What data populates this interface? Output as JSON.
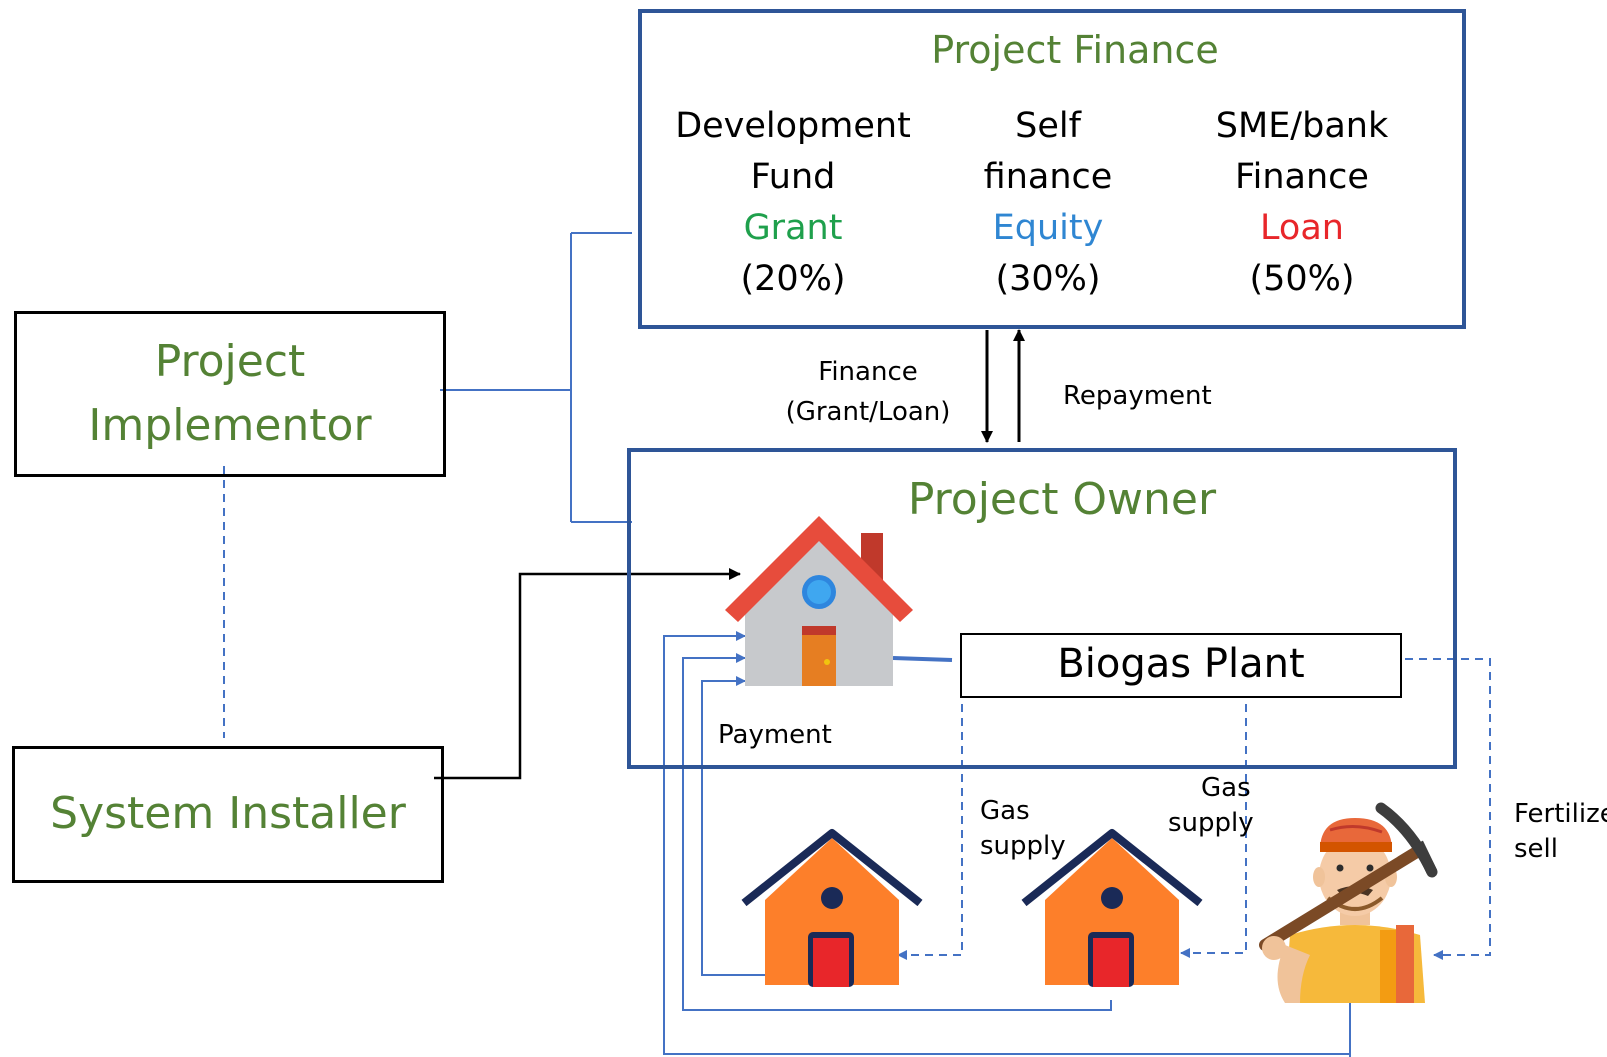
{
  "finance": {
    "title": "Project Finance",
    "sources": [
      {
        "line1": "Development",
        "line2": "Fund",
        "type": "Grant",
        "share": "(20%)",
        "color": "#1fa04c"
      },
      {
        "line1": "Self",
        "line2": "finance",
        "type": "Equity",
        "share": "(30%)",
        "color": "#2f86d2"
      },
      {
        "line1": "SME/bank",
        "line2": "Finance",
        "type": "Loan",
        "share": "(50%)",
        "color": "#e8262a"
      }
    ]
  },
  "implementor": {
    "line1": "Project",
    "line2": "Implementor"
  },
  "installer": {
    "title": "System Installer"
  },
  "owner": {
    "title": "Project Owner"
  },
  "plant": {
    "title": "Biogas Plant"
  },
  "flows": {
    "finance_line1": "Finance",
    "finance_line2": "(Grant/Loan)",
    "repayment": "Repayment",
    "payment": "Payment",
    "gas1_line1": "Gas",
    "gas1_line2": "supply",
    "gas2_line1": "Gas",
    "gas2_line2": "supply",
    "fert_line1": "Fertilizer",
    "fert_line2": "sell"
  },
  "colors": {
    "box_border_blue": "#2e5597",
    "connector_blue": "#4472c4",
    "heading_green": "#548235",
    "house_orange": "#fd7f2a",
    "roof_red": "#e74c3c"
  },
  "icons": [
    "main-house-icon",
    "consumer-house-icon",
    "farmer-icon"
  ]
}
